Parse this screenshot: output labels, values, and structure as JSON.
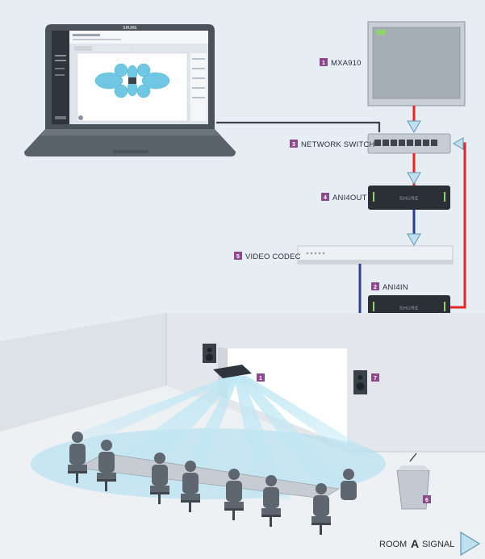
{
  "colors": {
    "background": "#e6edf3",
    "badge": "#8a4a8c",
    "dante_red": "#e02828",
    "analog_blue": "#2d3f93",
    "network_dark": "#3c444e",
    "arrow_light": "#bfe0ee",
    "coverage_blue": "#8fd3ea"
  },
  "devices": {
    "mxa910": {
      "number": "1",
      "label": "MXA910"
    },
    "ani4in": {
      "number": "2",
      "label": "ANI4IN",
      "brand": "SHURE"
    },
    "network_switch": {
      "number": "3",
      "label": "NETWORK SWITCH"
    },
    "ani4out": {
      "number": "4",
      "label": "ANI4OUT",
      "brand": "SHURE"
    },
    "video_codec": {
      "number": "5",
      "label": "VIDEO CODEC"
    },
    "room_mic": {
      "number": "1"
    },
    "speaker_right": {
      "number": "7"
    },
    "lectern": {
      "number": "6"
    }
  },
  "laptop": {
    "brand": "SHURE"
  },
  "legend": {
    "prefix": "ROOM",
    "letter": "A",
    "suffix": "SIGNAL"
  }
}
